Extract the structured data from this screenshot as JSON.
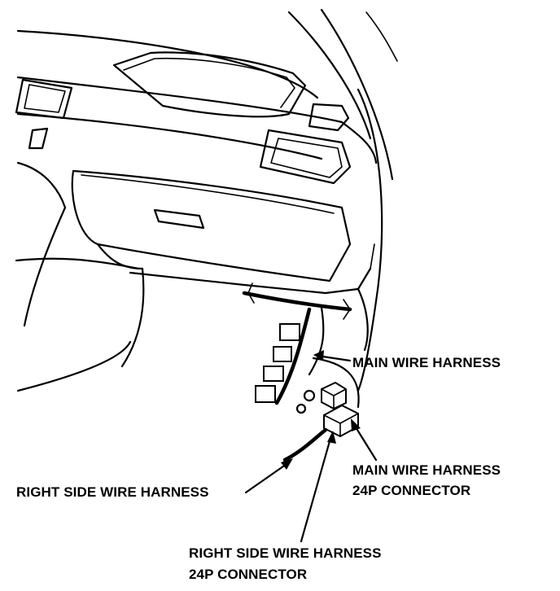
{
  "labels": {
    "main_wire_harness": "MAIN WIRE HARNESS",
    "main_connector_line1": "MAIN WIRE HARNESS",
    "main_connector_line2": "24P CONNECTOR",
    "right_side_wire_harness": "RIGHT SIDE WIRE HARNESS",
    "right_connector_line1": "RIGHT SIDE WIRE HARNESS",
    "right_connector_line2": "24P CONNECTOR"
  }
}
